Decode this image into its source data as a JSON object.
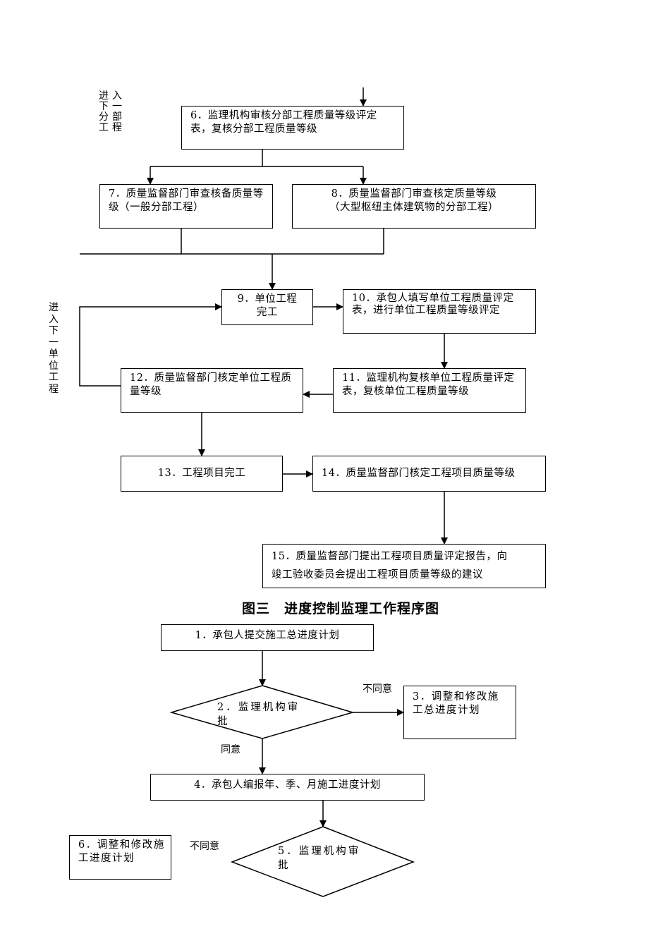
{
  "side_labels": {
    "next_division_col1": "进下分工",
    "next_division_col2": "入一部程",
    "next_unit": "进入下一单位工程"
  },
  "quality_flow": {
    "box6": "6．监理机构审核分部工程质量等级评定表，复核分部工程质量等级",
    "box7": "7．质量监督部门审查核备质量等级（一般分部工程）",
    "box8_line1": "8．质量监督部门审查核定质量等级",
    "box8_line2": "（大型枢纽主体建筑物的分部工程）",
    "box9_line1": "9．单位工程",
    "box9_line2": "完工",
    "box10": "10．承包人填写单位工程质量评定表，进行单位工程质量等级评定",
    "box11": "11．监理机构复核单位工程质量评定表，复核单位工程质量等级",
    "box12": "12．质量监督部门核定单位工程质量等级",
    "box13": "13．工程项目完工",
    "box14": "14．质量监督部门核定工程项目质量等级",
    "box15_line1": "15．质量监督部门提出工程项目质量评定报告，向",
    "box15_line2": "竣工验收委员会提出工程项目质量等级的建议"
  },
  "figure3": {
    "title": "图三　进度控制监理工作程序图",
    "step1": "1．承包人提交施工总进度计划",
    "step2_line1": "2．监理机构审",
    "step2_line2": "批",
    "step3": "3．调整和修改施工总进度计划",
    "step4": "4．承包人编报年、季、月施工进度计划",
    "step5_line1": "5．监理机构审",
    "step5_line2": "批",
    "step6": "6．调整和修改施工进度计划",
    "disagree_1": "不同意",
    "agree_1": "同意",
    "disagree_2": "不同意"
  }
}
